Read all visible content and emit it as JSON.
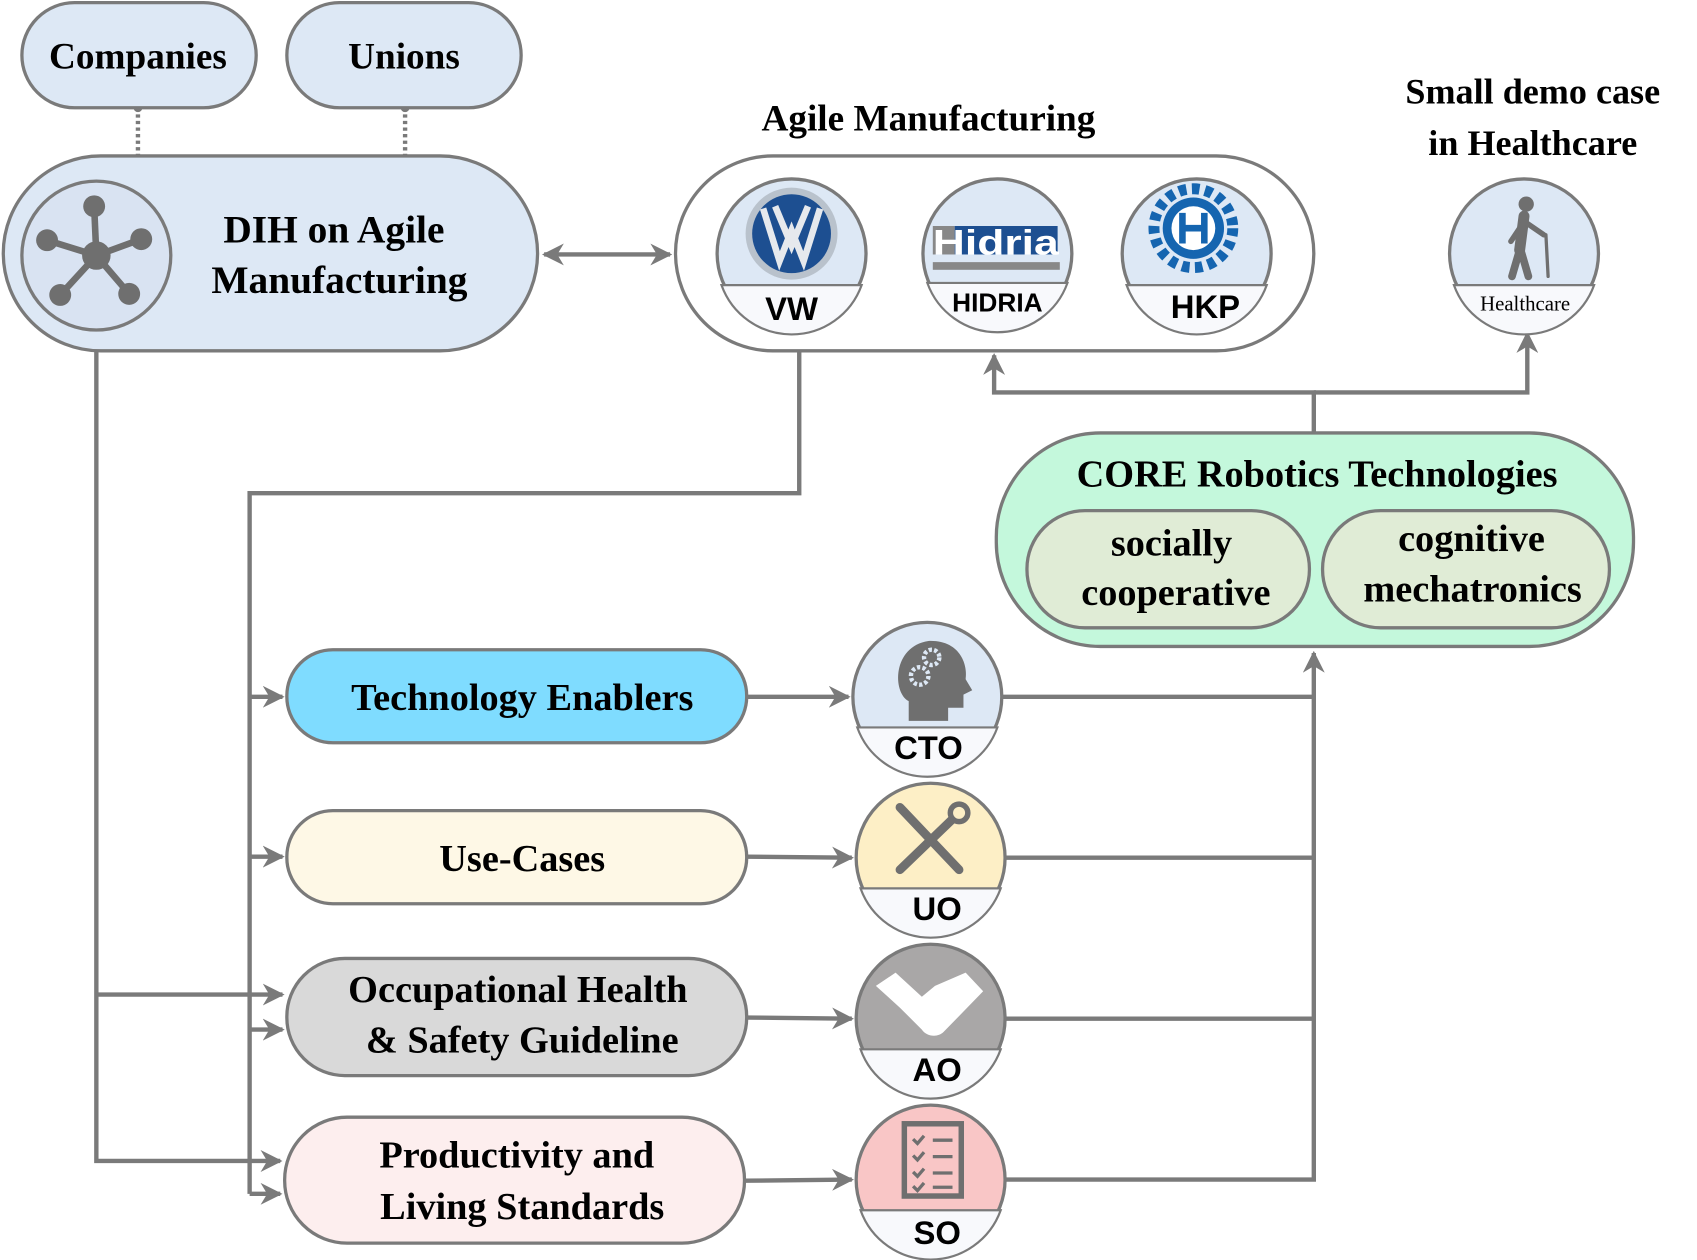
{
  "stakeholders": [
    {
      "label": "Companies"
    },
    {
      "label": "Unions"
    }
  ],
  "hub": {
    "line1": "DIH on Agile",
    "line2": "Manufacturing",
    "icon": "network-hub-icon"
  },
  "agile": {
    "title": "Agile Manufacturing",
    "partners": [
      {
        "label": "VW",
        "icon": "vw-logo"
      },
      {
        "label": "HIDRIA",
        "icon": "hidria-logo",
        "logo_text": "Hidria"
      },
      {
        "label": "HKP",
        "icon": "hkp-gear-logo"
      }
    ]
  },
  "healthcare": {
    "title_line1": "Small demo case",
    "title_line2": "in Healthcare",
    "label": "Healthcare",
    "icon": "elderly-person-icon"
  },
  "core": {
    "title": "CORE Robotics Technologies",
    "items": [
      {
        "line1": "socially",
        "line2": "cooperative"
      },
      {
        "line1": "cognitive",
        "line2": "mechatronics"
      }
    ],
    "color": "#c4f8dc"
  },
  "rows": [
    {
      "line1": "Technology Enablers",
      "line2": "",
      "officer": "CTO",
      "icon": "head-gears-icon",
      "pill_color": "#7fdcff",
      "circle_color": "#dde8f5"
    },
    {
      "line1": "Use-Cases",
      "line2": "",
      "officer": "UO",
      "icon": "tools-icon",
      "pill_color": "#fef8e6",
      "circle_color": "#fdefc6"
    },
    {
      "line1": "Occupational Health",
      "line2": "& Safety Guideline",
      "officer": "AO",
      "icon": "handshake-icon",
      "pill_color": "#d9d9d9",
      "circle_color": "#a9a7a7"
    },
    {
      "line1": "Productivity and",
      "line2": "Living Standards",
      "officer": "SO",
      "icon": "checklist-icon",
      "pill_color": "#fdeeee",
      "circle_color": "#f9c6c6"
    }
  ]
}
